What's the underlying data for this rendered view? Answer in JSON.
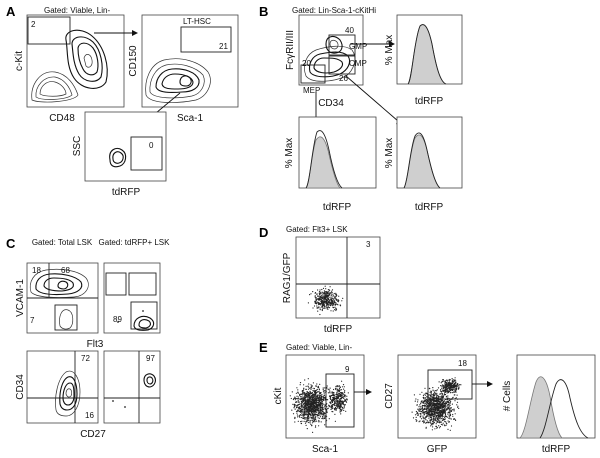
{
  "panel_letters": {
    "a": "A",
    "b": "B",
    "c": "C",
    "d": "D",
    "e": "E"
  },
  "panel_a": {
    "gating": "Gated: Viable, Lin-",
    "plot1": {
      "xlabel": "CD48",
      "ylabel": "c-Kit",
      "gate_pct": "2"
    },
    "plot2": {
      "xlabel": "Sca-1",
      "ylabel": "CD150",
      "gate_name": "LT-HSC",
      "gate_pct": "21"
    },
    "plot3": {
      "xlabel": "tdRFP",
      "ylabel": "SSC",
      "gate_pct": "0"
    }
  },
  "panel_b": {
    "gating": "Gated: Lin-Sca-1-cKitHi",
    "plot1": {
      "xlabel": "CD34",
      "ylabel": "FcγRII/III",
      "gates": [
        {
          "name": "GMP",
          "pct": "40"
        },
        {
          "name": "CMP",
          "pct": "26"
        },
        {
          "name": "MEP",
          "pct": "20"
        }
      ]
    },
    "hist_ylabel": "% Max",
    "hist_xlabel": "tdRFP"
  },
  "panel_c": {
    "gating_left": "Gated: Total LSK",
    "gating_right": "Gated: tdRFP+ LSK",
    "top": {
      "xlabel": "Flt3",
      "ylabel": "VCAM-1",
      "left_pcts": {
        "ul": "18",
        "ur": "68",
        "bl": "7"
      },
      "right_pcts": {
        "br": "89"
      }
    },
    "bottom": {
      "xlabel": "CD27",
      "ylabel": "CD34",
      "left_pcts": {
        "ur": "72",
        "br": "16"
      },
      "right_pcts": {
        "ur": "97"
      }
    }
  },
  "panel_d": {
    "gating": "Gated: Flt3+ LSK",
    "xlabel": "tdRFP",
    "ylabel": "RAG1/GFP",
    "pct": "3"
  },
  "panel_e": {
    "gating": "Gated: Viable, Lin-",
    "plot1": {
      "xlabel": "Sca-1",
      "ylabel": "cKit",
      "gate_pct": "9"
    },
    "plot2": {
      "xlabel": "GFP",
      "ylabel": "CD27",
      "gate_pct": "18"
    },
    "hist": {
      "xlabel": "tdRFP",
      "ylabel": "# Cells"
    }
  },
  "colors": {
    "unstained_histogram": "#cfcfcf",
    "outline": "#222222"
  }
}
